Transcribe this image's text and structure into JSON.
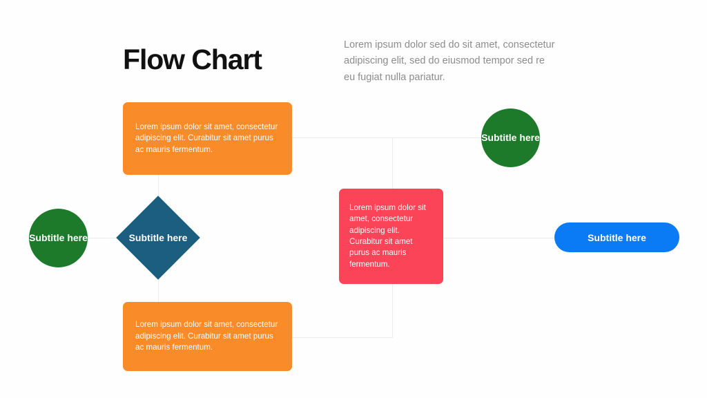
{
  "header": {
    "title": "Flow Chart",
    "intro": "Lorem ipsum dolor sed do sit amet, consectetur adipiscing elit, sed do eiusmod tempor sed re eu fugiat nulla pariatur."
  },
  "nodes": {
    "box_top": {
      "label": "Lorem ipsum dolor sit amet, consectetur adipiscing elit. Curabitur sit amet purus ac mauris fermentum.",
      "color": "#F98B29",
      "shape": "rounded-rectangle"
    },
    "box_bottom": {
      "label": "Lorem ipsum dolor sit amet, consectetur adipiscing elit. Curabitur sit amet purus ac mauris fermentum.",
      "color": "#F98B29",
      "shape": "rounded-rectangle"
    },
    "box_pink": {
      "label": "Lorem ipsum dolor sit amet, consectetur adipiscing elit. Curabitur sit amet purus ac mauris fermentum.",
      "color": "#FB4458",
      "shape": "rounded-rectangle"
    },
    "circle_right": {
      "label": "Subtitle here",
      "color": "#1D7A2B",
      "shape": "circle"
    },
    "circle_left": {
      "label": "Subtitle here",
      "color": "#1D7A2B",
      "shape": "circle"
    },
    "diamond": {
      "label": "Subtitle here",
      "color": "#1B5E80",
      "shape": "diamond"
    },
    "pill": {
      "label": "Subtitle here",
      "color": "#0B7BF5",
      "shape": "pill"
    }
  },
  "connectors": {
    "color": "#ececec"
  },
  "theme": {
    "background": "#fefefe",
    "title_color": "#111111",
    "intro_color": "#8c8c8c",
    "node_text_color": "#ffffff"
  }
}
